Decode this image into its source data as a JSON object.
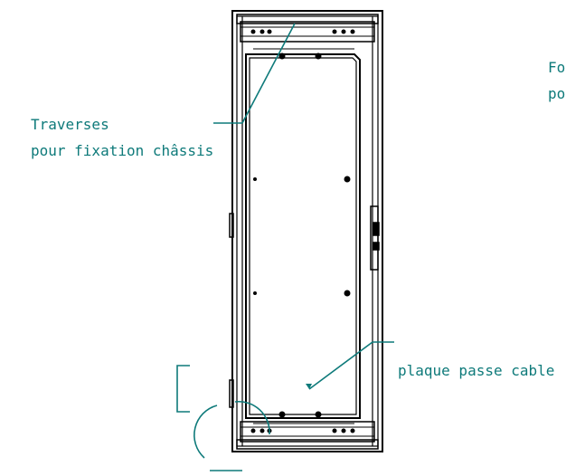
{
  "annotations": {
    "traverses_line1": "Traverses",
    "traverses_line2": "pour fixation châssis",
    "plaque": "plaque passe cable",
    "clipped_line1": "Fo",
    "clipped_line2": "po"
  },
  "colors": {
    "drawing": "#000000",
    "annotation": "#0e7a7a"
  }
}
